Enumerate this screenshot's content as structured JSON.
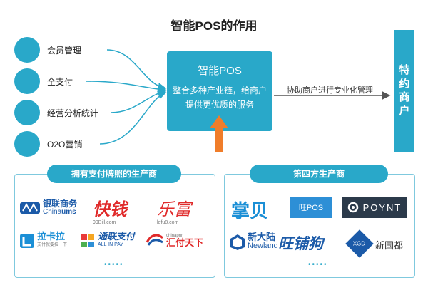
{
  "title": "智能POS的作用",
  "features": [
    {
      "label": "会员管理"
    },
    {
      "label": "全支付"
    },
    {
      "label": "经营分析统计"
    },
    {
      "label": "O2O营销"
    }
  ],
  "center": {
    "title": "智能POS",
    "line1": "整合多种产业链，给商户",
    "line2": "提供更优质的服务"
  },
  "assist_label": "协助商户进行专业化管理",
  "special_merchant": "特约商户",
  "left_panel": {
    "header": "拥有支付牌照的生产商",
    "logos": {
      "yinlian_cn": "银联商务",
      "yinlian_en": "China",
      "yinlian_en2": "ums",
      "kuaiqian": "快钱",
      "kuaiqian_sub": "99Bill.com",
      "lefu": "乐富",
      "lefu_sub": "lefu8.com",
      "lakala": "拉卡拉",
      "lakala_sub": "支付就要拉一下",
      "tonglian": "通联支付",
      "tonglian_sub": "ALL IN PAY",
      "huifu": "汇付天下",
      "huifu_sub": "chinapnr"
    }
  },
  "right_panel": {
    "header": "第四方生产商",
    "logos": {
      "zhangbei": "掌贝",
      "gpos": "旺POS",
      "poynt": "POYNT",
      "xindalu": "新大陆",
      "xindalu_en": "Newland",
      "wangpu": "旺铺狗",
      "xgd": "XGD",
      "xgd_cn": "新国都"
    }
  },
  "colors": {
    "accent": "#29a8c9",
    "arrow_orange": "#f07d2a"
  }
}
